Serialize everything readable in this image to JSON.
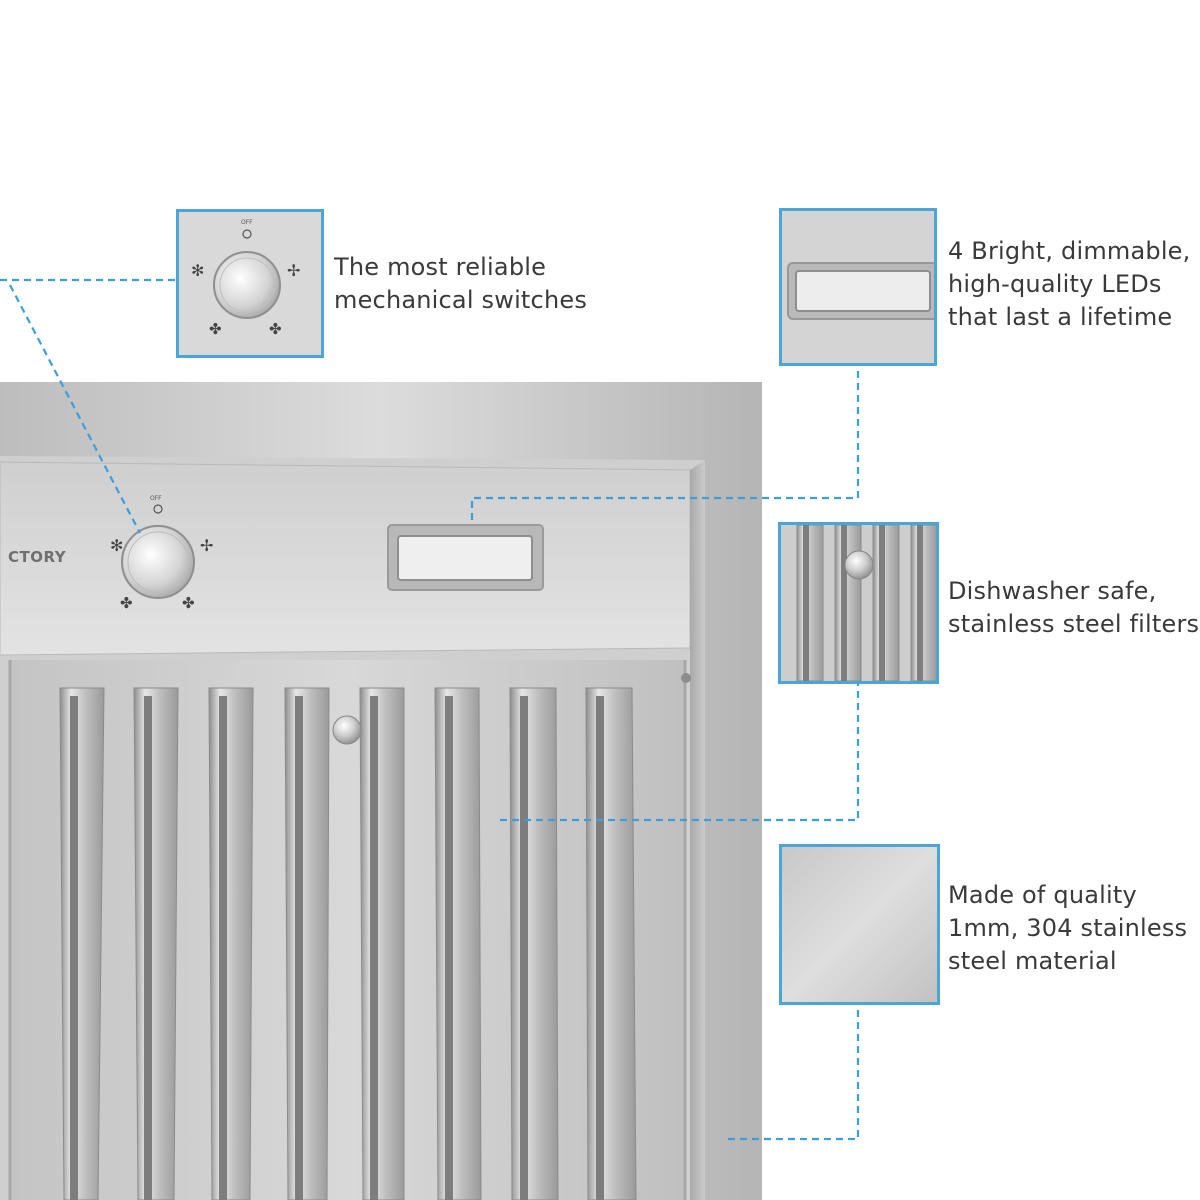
{
  "hood": {
    "brand_text": "CTORY",
    "knob_off_label": "OFF",
    "colors": {
      "steel_light": "#e4e4e4",
      "steel_mid": "#c9c9c9",
      "steel_dark": "#9d9d9d",
      "accent_line": "#3aa0da"
    }
  },
  "features": [
    {
      "id": "switch",
      "icon": "knob-icon",
      "lines": [
        "The most reliable",
        "mechanical switches"
      ]
    },
    {
      "id": "led",
      "icon": "led-light-icon",
      "lines": [
        "4 Bright, dimmable,",
        "high-quality LEDs",
        "that last a lifetime"
      ]
    },
    {
      "id": "filter",
      "icon": "baffle-filter-icon",
      "lines": [
        "Dishwasher safe,",
        "stainless steel filters"
      ]
    },
    {
      "id": "material",
      "icon": "steel-sheet-icon",
      "lines": [
        "Made of quality",
        "1mm, 304 stainless",
        "steel material"
      ]
    }
  ]
}
